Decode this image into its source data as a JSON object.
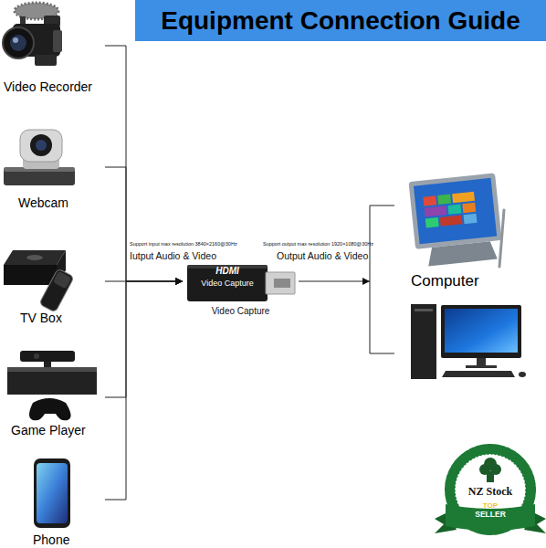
{
  "diagram": {
    "title": "Equipment Connection Guide",
    "nodes": [
      {
        "text": [
          "Video Recorder"
        ]
      },
      {
        "text": [
          "Webcam"
        ]
      },
      {
        "text": [
          "TV Box"
        ]
      },
      {
        "text": [
          "Game Player"
        ]
      },
      {
        "text": [
          "Phone"
        ]
      },
      {
        "text": [
          "HDMI",
          "Video Capture",
          "Video Capture"
        ]
      },
      {
        "text": [
          "Computer"
        ]
      },
      {
        "text": [
          "NZ Stock",
          "TOP",
          "SELLER"
        ]
      }
    ],
    "edges": [
      {
        "from": 0,
        "to": 5,
        "arrow": "to"
      },
      {
        "from": 1,
        "to": 5,
        "arrow": "to"
      },
      {
        "from": 2,
        "to": 5,
        "arrow": "to"
      },
      {
        "from": 3,
        "to": 5,
        "arrow": "to"
      },
      {
        "from": 4,
        "to": 5,
        "arrow": "to"
      },
      {
        "from": 5,
        "to": 6,
        "arrow": "to"
      }
    ],
    "labels": [
      "Support input max resolution 3840×2160@30Hz",
      "Iutput Audio & Video",
      "Support output max resolution 1920×1080@30Hz",
      "Output Audio & Video"
    ]
  }
}
